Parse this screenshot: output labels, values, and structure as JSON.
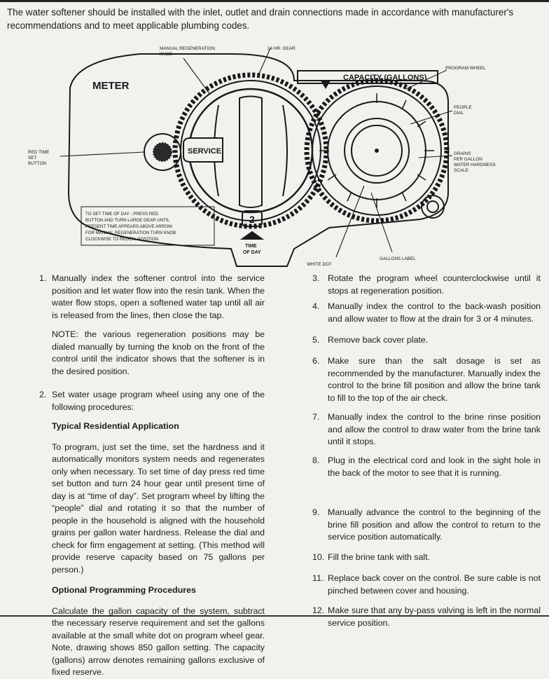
{
  "intro": "The water softener should be installed with the inlet, outlet and drain connections made in accordance with manufacturer's recommendations and to meet applicable plumbing codes.",
  "diagram": {
    "meter_label": "METER",
    "service_label": "SERVICE",
    "capacity_label": "CAPACITY (GALLONS)",
    "time_button": "2",
    "time_of_day": [
      "TIME",
      "OF DAY"
    ],
    "callouts": {
      "manual_regen_knob": [
        "MANUAL REGENERATION",
        "KNOB"
      ],
      "gear_24hr": "24 HR. GEAR",
      "program_wheel": "PROGRAM WHEEL",
      "people_dial": [
        "PEOPLE",
        "DIAL"
      ],
      "grains_scale": [
        "GRAINS",
        "PER GALLON",
        "WATER HARDNESS",
        "SCALE"
      ],
      "red_time_button": [
        "RED TIME",
        "SET",
        "BUTTON"
      ],
      "white_dot": "WHITE DOT",
      "gallons_label": "GALLONS LABEL"
    },
    "instruction_box": [
      "TO SET TIME OF DAY - PRESS RED",
      "BUTTON AND TURN LARGE GEAR UNTIL",
      "PRESENT TIME APPEARS ABOVE ARROW.",
      "FOR MANUAL REGENERATION TURN KNOB",
      "CLOCKWISE TO REGEN. POSITION."
    ]
  },
  "left_column": {
    "step1_num": "1.",
    "step1": "Manually index the softener control into the service position and let water flow into the resin tank. When the water flow stops, open a softened water tap until all air is released from the lines, then close the tap.",
    "note": "NOTE: the various regeneration positions may be dialed manually by turning the knob on the front of the control until the indicator shows that the softener is in the desired position.",
    "step2_num": "2.",
    "step2": "Set water usage program wheel using any one of the following procedures:",
    "heading_typical": "Typical Residential Application",
    "typical_text": "To program, just set the time, set the hardness and it automatically monitors system needs and regenerates only when necessary. To set time of day press red time set button and turn 24 hour gear until present time of day is at “time of day”. Set program wheel by lifting the “people” dial and rotating it so that the number of people in the household is aligned with the household grains per gallon water hardness. Release the dial and check for firm engagement at setting. (This method will provide reserve capacity based on 75 gallons per person.)",
    "heading_optional": "Optional Programming Procedures",
    "optional_text": "Calculate the gallon capacity of the system, subtract the necessary reserve requirement and set the gallons available at the small white dot on program wheel gear. Note, drawing shows 850 gallon setting. The capacity (gallons) arrow denotes remaining gallons exclusive of fixed reserve."
  },
  "right_column": [
    {
      "num": "3.",
      "text": "Rotate the program wheel counterclockwise until it stops at regeneration position."
    },
    {
      "num": "4.",
      "text": "Manually index the control to the back-wash position and allow water to flow at the drain for 3 or 4 minutes."
    },
    {
      "num": "5.",
      "text": "Remove back cover plate."
    },
    {
      "num": "6.",
      "text": "Make sure than the salt dosage is set as recommended by the manufacturer. Manually index the control to the brine fill position and allow the brine tank to fill to the top of the air check."
    },
    {
      "num": "7.",
      "text": "Manually index the control to the brine rinse position and allow the control to draw water from the brine tank until it stops."
    },
    {
      "num": "8.",
      "text": "Plug in the electrical cord and look in the sight hole in the back of the motor to see that it is running."
    },
    {
      "num": "9.",
      "text": "Manually advance the control to the beginning of the brine fill position and allow the control to return to the service position automatically."
    },
    {
      "num": "10.",
      "text": "Fill the brine tank with salt."
    },
    {
      "num": "11.",
      "text": "Replace back cover on the control. Be sure cable is not pinched between cover and housing."
    },
    {
      "num": "12.",
      "text": "Make sure that any by-pass valving is left in the normal service position."
    }
  ]
}
